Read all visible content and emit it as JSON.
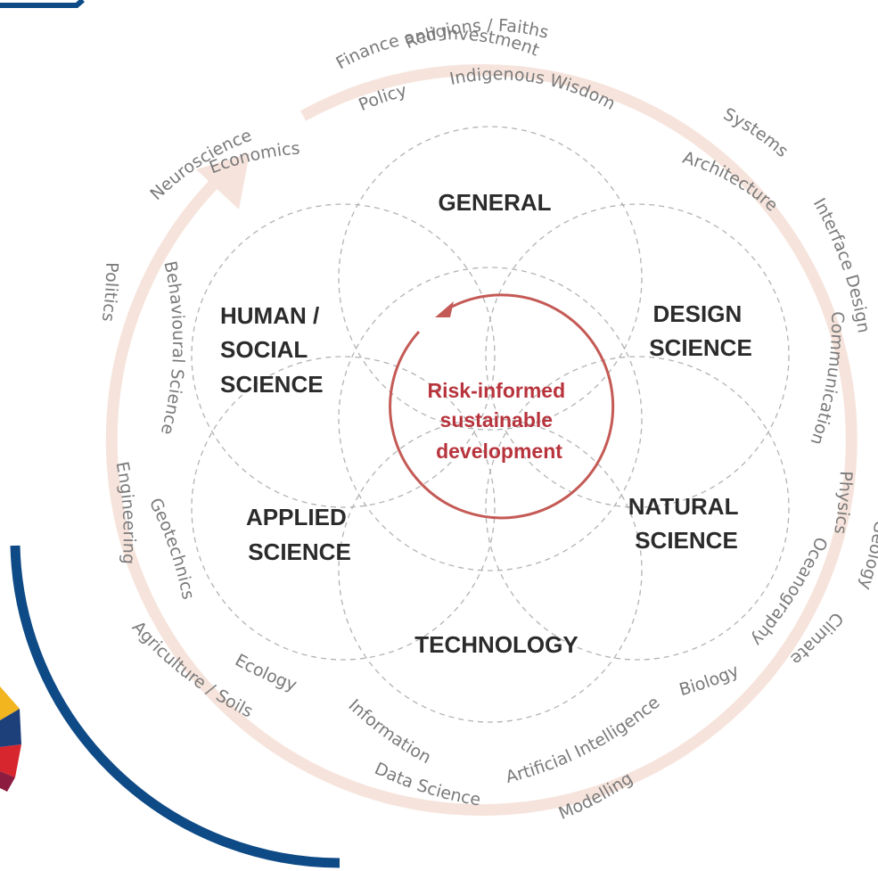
{
  "center": {
    "lines": [
      "Risk-informed",
      "sustainable",
      "development"
    ]
  },
  "sectors": {
    "general": [
      "GENERAL"
    ],
    "human_social": [
      "HUMAN /",
      "SOCIAL",
      "SCIENCE"
    ],
    "design": [
      "DESIGN",
      "SCIENCE"
    ],
    "applied": [
      "APPLIED",
      "SCIENCE"
    ],
    "natural": [
      "NATURAL",
      "SCIENCE"
    ],
    "technology": [
      "TECHNOLOGY"
    ]
  },
  "disciplines": {
    "finance": "Finance and Investment",
    "religions": "Religions / Faiths",
    "indigenous": "Indigenous Wisdom",
    "policy": "Policy",
    "neuroscience": "Neuroscience",
    "economics": "Economics",
    "systems": "Systems",
    "architecture": "Architecture",
    "interface_design": "Interface Design",
    "communication": "Communication",
    "politics": "Politics",
    "behavioural": "Behavioural Science",
    "engineering": "Engineering",
    "geotechnics": "Geotechnics",
    "physics": "Physics",
    "geology": "Geology",
    "oceanography": "Oceanography",
    "climate": "Climate",
    "biology": "Biology",
    "agriculture": "Agriculture / Soils",
    "ecology": "Ecology",
    "information": "Information",
    "data_science": "Data Science",
    "ai": "Artificial Intelligence",
    "modelling": "Modelling"
  },
  "colors": {
    "accent_red": "#b8343d",
    "ring_pink": "#f6e4dc",
    "frame_blue": "#0e4a86",
    "sector_text": "#2b2b2b",
    "discipline_text": "#7a7a7a",
    "petal_line": "#b3b3b3"
  }
}
